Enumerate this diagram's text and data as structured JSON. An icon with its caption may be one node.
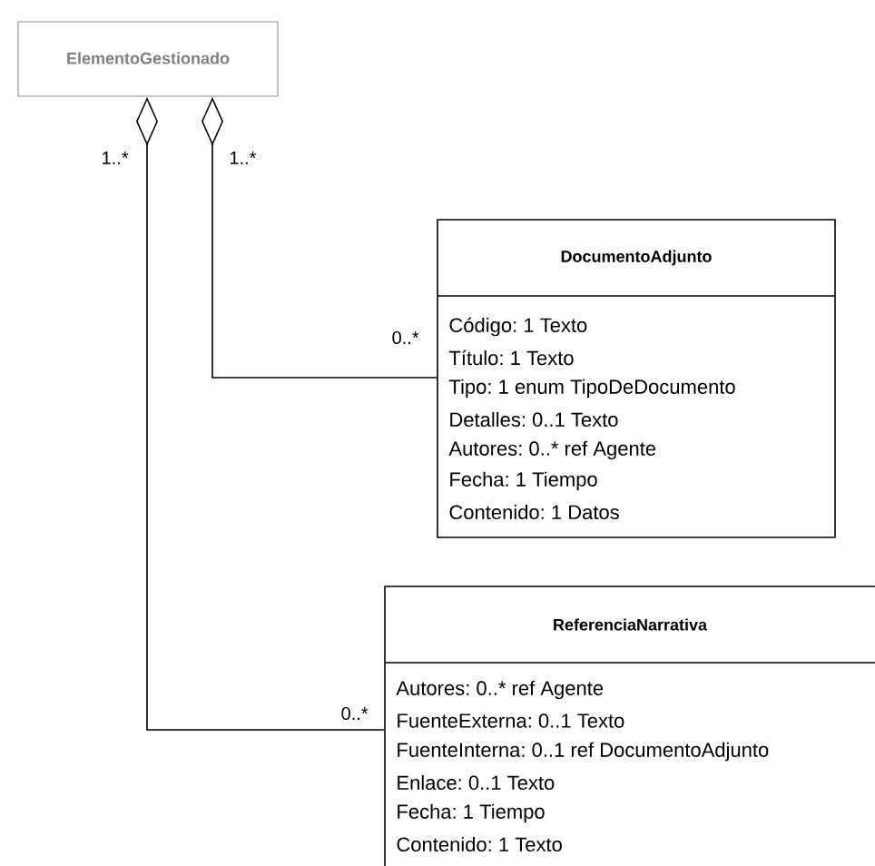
{
  "diagram": {
    "nodes": [
      {
        "text": [
          "ElementoGestionado"
        ]
      },
      {
        "text": [
          "DocumentoAdjunto",
          "Código: 1 Texto",
          "Título: 1 Texto",
          "Tipo: 1 enum TipoDeDocumento",
          "Detalles: 0..1 Texto",
          "Autores: 0..* ref Agente",
          "Fecha: 1 Tiempo",
          "Contenido: 1 Datos"
        ]
      },
      {
        "text": [
          "ReferenciaNarrativa",
          "Autores: 0..* ref Agente",
          "FuenteExterna: 0..1 Texto",
          "FuenteInterna: 0..1 ref DocumentoAdjunto",
          "Enlace: 0..1 Texto",
          "Fecha: 1 Tiempo",
          "Contenido: 1 Texto"
        ]
      }
    ],
    "edges": [
      {
        "from": 0,
        "to": 2,
        "arrow": "other"
      },
      {
        "from": 0,
        "to": 1,
        "arrow": "other"
      }
    ],
    "labels": [
      "1..*",
      "1..*",
      "0..*",
      "0..*"
    ]
  }
}
